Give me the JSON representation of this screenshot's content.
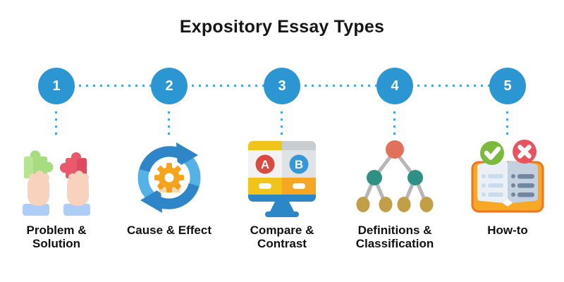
{
  "title": "Expository Essay Types",
  "palette": {
    "step_circle_blue": "#2C96D3",
    "connector_dot_blue": "#4FA3DC",
    "title_color": "#161616",
    "label_color": "#111111"
  },
  "steps": [
    {
      "number": "1",
      "label": "Problem & Solution",
      "icon": "hands-holding-puzzle-icon"
    },
    {
      "number": "2",
      "label": "Cause & Effect",
      "icon": "cycle-arrows-gear-icon"
    },
    {
      "number": "3",
      "label": "Compare & Contrast",
      "icon": "ab-comparison-monitor-icon",
      "icon_letters": [
        "A",
        "B"
      ]
    },
    {
      "number": "4",
      "label": "Definitions & Classification",
      "icon": "hierarchy-tree-icon"
    },
    {
      "number": "5",
      "label": "How-to",
      "icon": "open-book-check-cross-icon"
    }
  ]
}
